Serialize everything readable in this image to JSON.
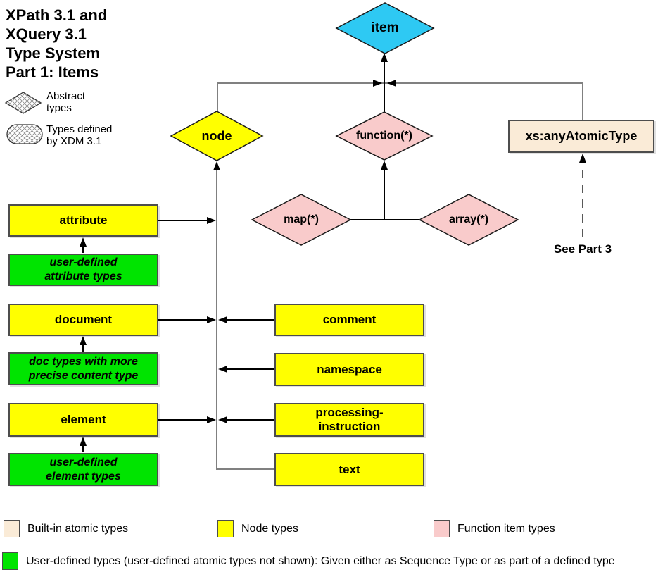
{
  "title": "XPath 3.1 and\nXQuery 3.1\nType System\nPart 1: Items",
  "legend_top": {
    "abstract_label": "Abstract\ntypes",
    "xdm_label": "Types defined\nby XDM 3.1"
  },
  "diagram": {
    "item": "item",
    "node": "node",
    "function": "function(*)",
    "map": "map(*)",
    "array": "array(*)",
    "any_atomic": "xs:anyAtomicType",
    "see_part3": "See Part 3",
    "attribute": "attribute",
    "user_defined_attribute": "user-defined\nattribute types",
    "document": "document",
    "doc_types": "doc types with more\nprecise content type",
    "element": "element",
    "user_defined_element": "user-defined\nelement types",
    "comment": "comment",
    "namespace": "namespace",
    "processing_instruction": "processing-\ninstruction",
    "text": "text"
  },
  "legend_bottom": {
    "builtin": "Built-in atomic types",
    "node": "Node types",
    "function": "Function item types",
    "user_defined": "User-defined types (user-defined atomic types not shown):  Given either as Sequence Type or as part of a defined type"
  },
  "colors": {
    "item_cyan": "#2ec9f3",
    "node_yellow": "#ffff00",
    "function_pink": "#f9cbcb",
    "atomic_beige": "#faebd7",
    "user_defined_green": "#00e400",
    "bus_gray": "#808080",
    "arrow_black": "#000000"
  }
}
